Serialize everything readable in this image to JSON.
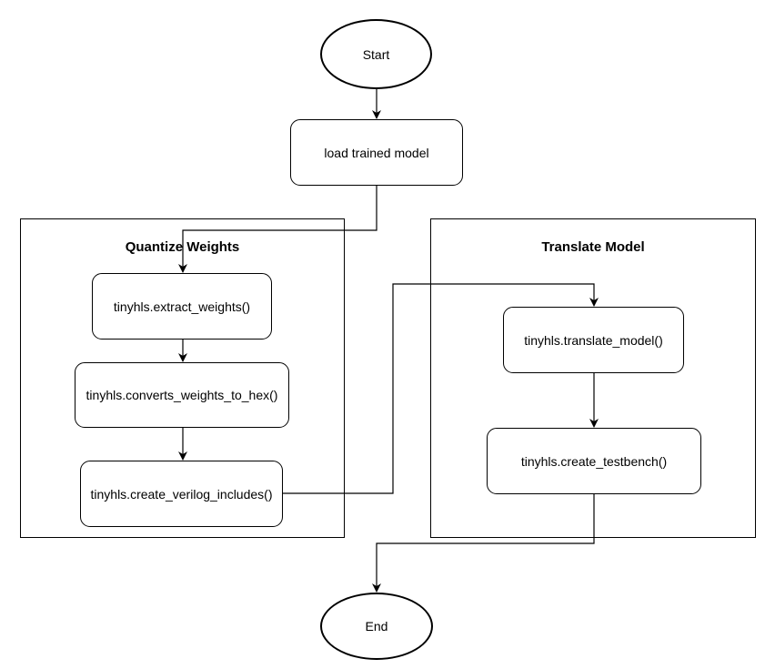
{
  "nodes": {
    "start": "Start",
    "load_model": "load trained model",
    "extract_weights": "tinyhls.extract_weights()",
    "converts_weights": "tinyhls.converts_weights_to_hex()",
    "create_includes": "tinyhls.create_verilog_includes()",
    "translate_model": "tinyhls.translate_model()",
    "create_testbench": "tinyhls.create_testbench()",
    "end": "End"
  },
  "groups": {
    "quantize": "Quantize Weights",
    "translate": "Translate Model"
  },
  "colors": {
    "stroke": "#000000",
    "background": "#ffffff"
  }
}
